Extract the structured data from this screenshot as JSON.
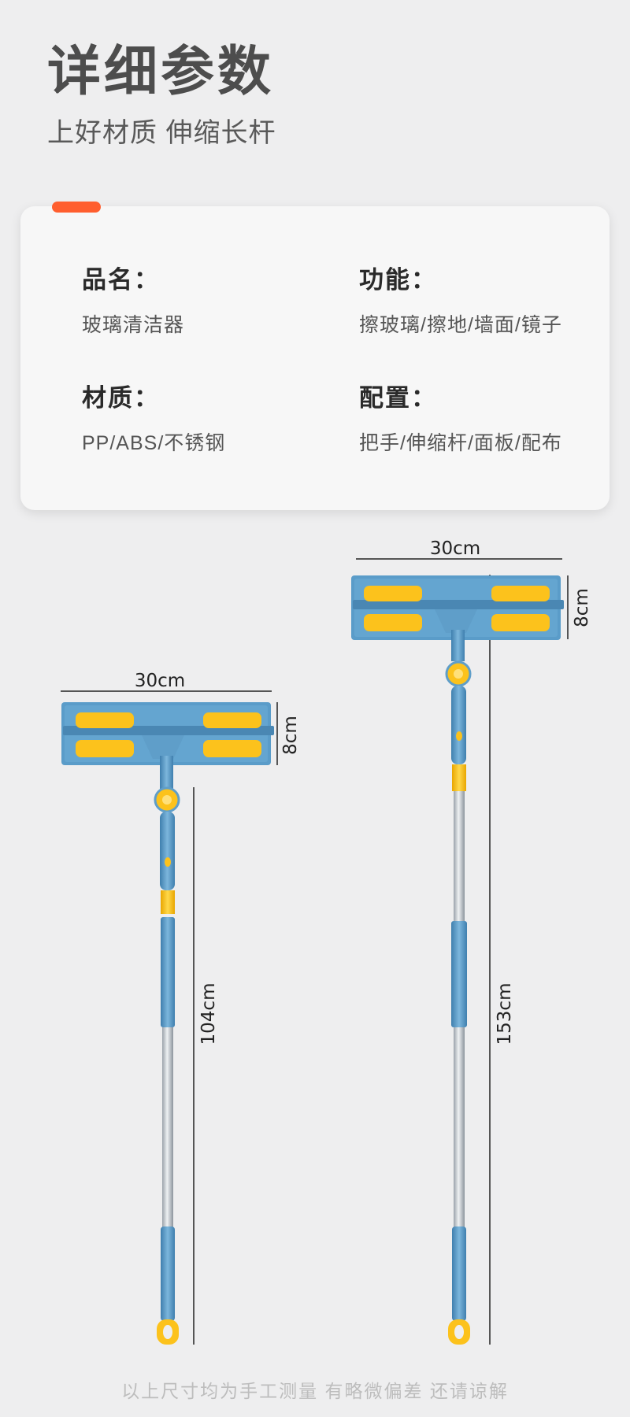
{
  "header": {
    "title": "详细参数",
    "subtitle": "上好材质 伸缩长杆"
  },
  "specs": [
    {
      "label": "品名：",
      "value": "玻璃清洁器"
    },
    {
      "label": "功能：",
      "value": "擦玻璃/擦地/墙面/镜子"
    },
    {
      "label": "材质：",
      "value": "PP/ABS/不锈钢"
    },
    {
      "label": "配置：",
      "value": "把手/伸缩杆/面板/配布"
    }
  ],
  "products": [
    {
      "width": "30cm",
      "head_height": "8cm",
      "length": "104cm"
    },
    {
      "width": "30cm",
      "head_height": "8cm",
      "length": "153cm"
    }
  ],
  "footer": {
    "note": "以上尺寸均为手工测量 有略微偏差 还请谅解"
  },
  "colors": {
    "accent": "#ff5e2e",
    "pole_blue": "#5f9ec9",
    "yellow": "#fcc21c",
    "steel": "#c8cdd2"
  }
}
